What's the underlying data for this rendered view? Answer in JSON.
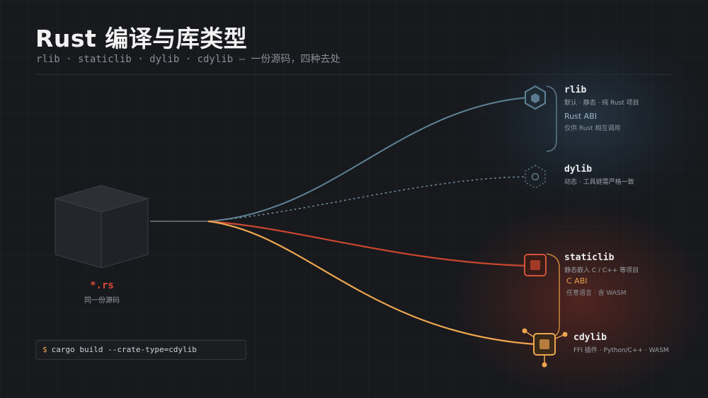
{
  "header": {
    "title": "Rust 编译与库类型",
    "subtitle": "rlib · staticlib · dylib · cdylib — 一份源码，四种去处"
  },
  "source": {
    "name": "*.rs",
    "desc": "同一份源码"
  },
  "targets": {
    "rlib": {
      "name": "rlib",
      "desc": "默认 · 静态 · 纯 Rust 项目"
    },
    "dylib": {
      "name": "dylib",
      "desc": "动态 · 工具链需严格一致"
    },
    "staticlib": {
      "name": "staticlib",
      "desc": "静态嵌入 C / C++ 等项目"
    },
    "cdylib": {
      "name": "cdylib",
      "desc": "FFI 插件 · Python/C++ · WASM"
    }
  },
  "abi": {
    "rust": {
      "label": "Rust ABI",
      "desc": "仅供 Rust 相互调用"
    },
    "c": {
      "label": "C ABI",
      "desc": "任意语言 · 含 WASM"
    }
  },
  "command": {
    "prompt": "$",
    "text": "cargo build --crate-type=cdylib"
  },
  "colors": {
    "background": "#17191d",
    "rust_path": "#5f8296",
    "staticlib_path": "#c9472f",
    "cdylib_path": "#eda64f",
    "source_accent": "#e0483a"
  }
}
